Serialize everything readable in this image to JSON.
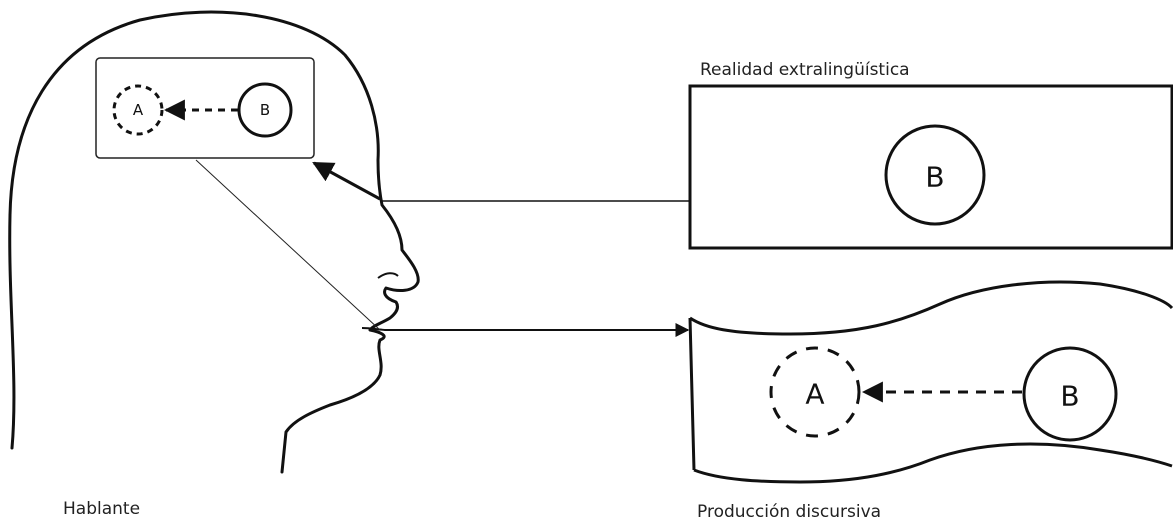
{
  "labels": {
    "speaker": "Hablante",
    "reality": "Realidad extralingüística",
    "production": "Producción discursiva"
  },
  "nodes": {
    "mind_a": "A",
    "mind_b": "B",
    "reality_b": "B",
    "production_a": "A",
    "production_b": "B"
  },
  "colors": {
    "stroke": "#111111",
    "background": "#ffffff"
  }
}
